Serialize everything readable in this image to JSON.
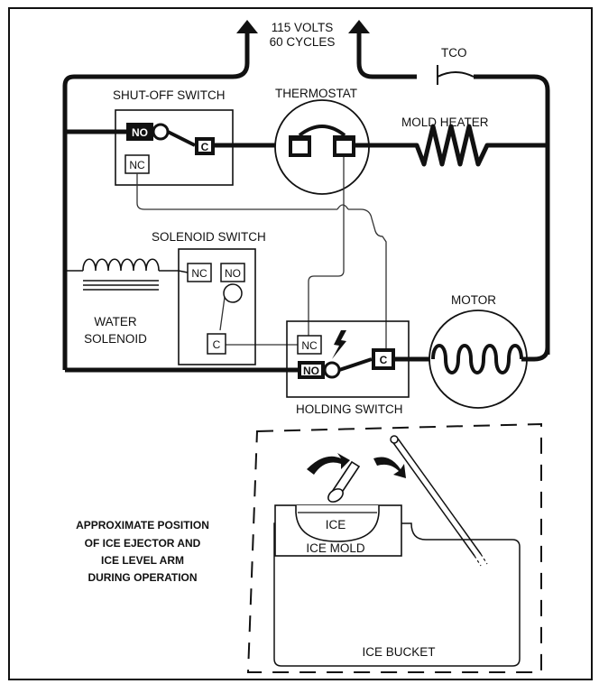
{
  "supply": {
    "line1": "115 VOLTS",
    "line2": "60 CYCLES"
  },
  "tco_label": "TCO",
  "shutoff_switch": {
    "label": "SHUT-OFF SWITCH",
    "no": "NO",
    "nc": "NC",
    "c": "C"
  },
  "thermostat_label": "THERMOSTAT",
  "mold_heater_label": "MOLD HEATER",
  "solenoid_switch": {
    "label": "SOLENOID SWITCH",
    "nc": "NC",
    "no": "NO",
    "c": "C"
  },
  "water_solenoid": {
    "line1": "WATER",
    "line2": "SOLENOID"
  },
  "motor_label": "MOTOR",
  "holding_switch": {
    "label": "HOLDING SWITCH",
    "nc": "NC",
    "no": "NO",
    "c": "C"
  },
  "ice_label": "ICE",
  "ice_mold_label": "ICE MOLD",
  "ice_bucket_label": "ICE BUCKET",
  "position_caption": {
    "line1": "APPROXIMATE POSITION",
    "line2": "OF ICE EJECTOR AND",
    "line3": "ICE LEVEL ARM",
    "line4": "DURING OPERATION"
  }
}
